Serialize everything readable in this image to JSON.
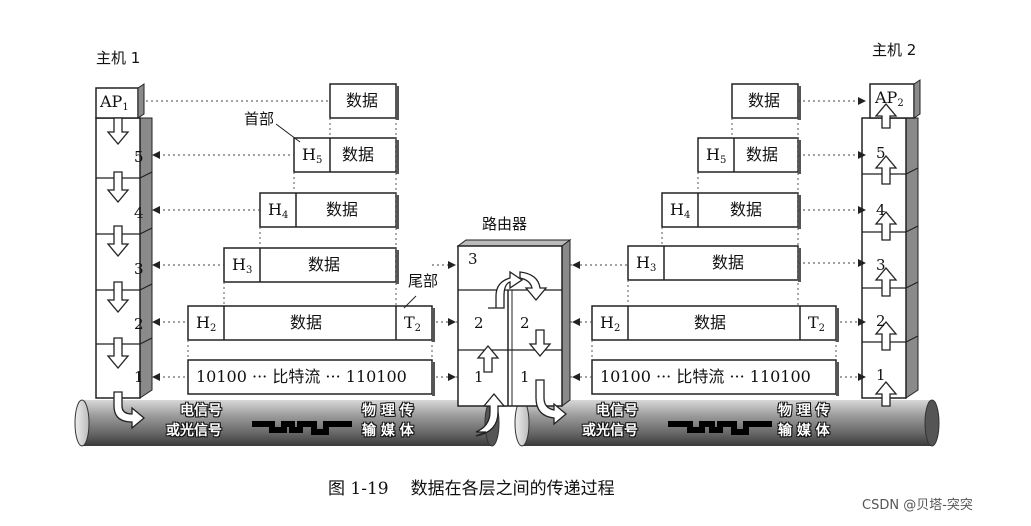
{
  "host1": {
    "title": "主机 1",
    "ap": "AP",
    "ap_sub": "1"
  },
  "host2": {
    "title": "主机 2",
    "ap": "AP",
    "ap_sub": "2"
  },
  "router": {
    "title": "路由器"
  },
  "layer_numbers": [
    "5",
    "4",
    "3",
    "2",
    "1"
  ],
  "router_layers": {
    "left": [
      "3",
      "2",
      "1"
    ],
    "right": [
      "2",
      "1"
    ]
  },
  "labels": {
    "header": "首部",
    "trailer": "尾部"
  },
  "units": {
    "data": "数据",
    "h": "H",
    "t": "T",
    "sub5": "5",
    "sub4": "4",
    "sub3": "3",
    "sub2": "2",
    "bitstream": "10100 ··· 比特流 ··· 110100"
  },
  "medium": {
    "signal_line1": "电信号",
    "signal_line2": "或光信号",
    "physical_line1": "物 理 传",
    "physical_line2": "输 媒 体"
  },
  "caption": {
    "figure": "图 1-19",
    "text": "数据在各层之间的传递过程"
  },
  "watermark": "CSDN @贝塔-突突"
}
